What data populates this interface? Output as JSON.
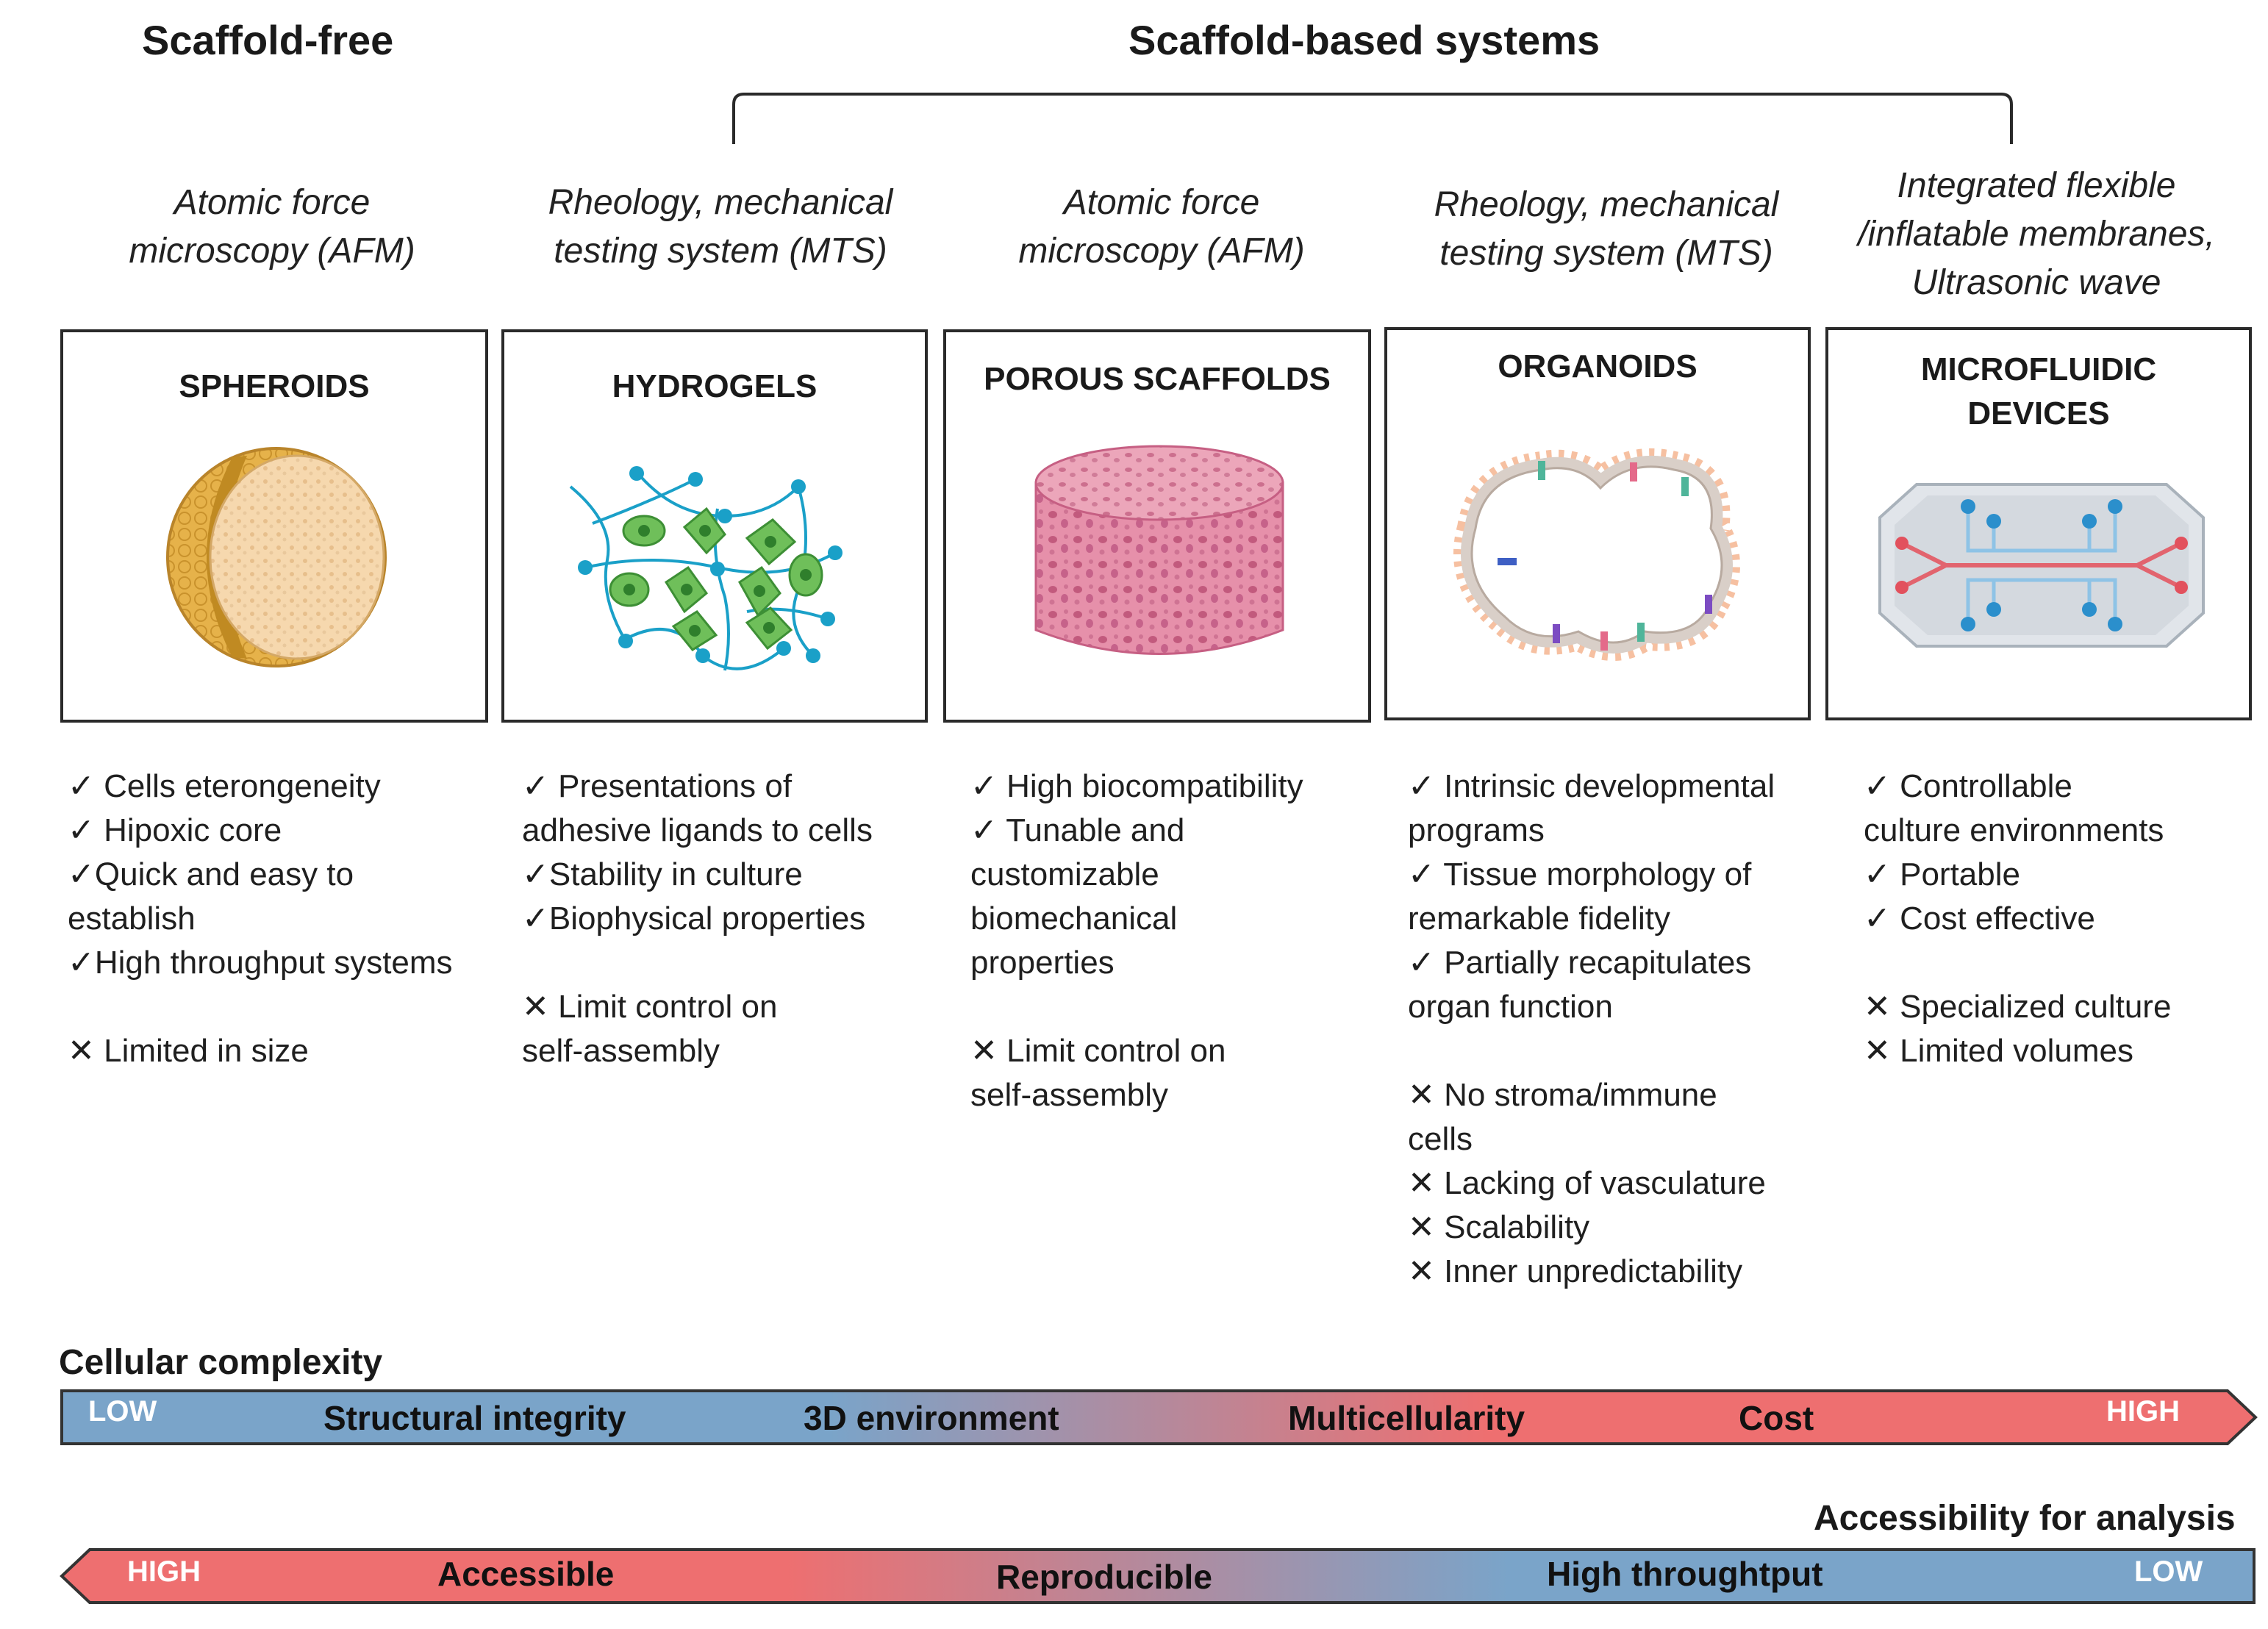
{
  "headers": {
    "scaffold_free": "Scaffold-free",
    "scaffold_based": "Scaffold-based systems"
  },
  "columns": [
    {
      "method_lines": [
        "Atomic force",
        "microscopy (AFM)"
      ],
      "title_lines": [
        "SPHEROIDS"
      ],
      "icon": "spheroid-illustration",
      "points": [
        "✓ Cells eterongeneity",
        "✓ Hipoxic core",
        "✓Quick and easy to",
        "establish",
        "✓High throughput systems",
        "",
        "✕ Limited in size"
      ]
    },
    {
      "method_lines": [
        "Rheology, mechanical",
        "testing system (MTS)"
      ],
      "title_lines": [
        "HYDROGELS"
      ],
      "icon": "hydrogel-network-illustration",
      "points": [
        "✓ Presentations of",
        "adhesive ligands to cells",
        "✓Stability in culture",
        "✓Biophysical properties",
        "",
        "✕ Limit control on",
        "self-assembly"
      ]
    },
    {
      "method_lines": [
        "Atomic force",
        "microscopy (AFM)"
      ],
      "title_lines": [
        "POROUS SCAFFOLDS"
      ],
      "icon": "porous-scaffold-illustration",
      "points": [
        "✓ High biocompatibility",
        "✓ Tunable and",
        "customizable",
        "biomechanical",
        "properties",
        "",
        "✕ Limit control on",
        "self-assembly"
      ]
    },
    {
      "method_lines": [
        "Rheology, mechanical",
        "testing system (MTS)"
      ],
      "title_lines": [
        "ORGANOIDS"
      ],
      "icon": "organoid-illustration",
      "points": [
        "✓ Intrinsic developmental",
        "programs",
        "✓ Tissue morphology of",
        "remarkable fidelity",
        "✓ Partially recapitulates",
        "organ function",
        "",
        "✕  No stroma/immune",
        "cells",
        "✕ Lacking of vasculature",
        "✕ Scalability",
        "✕  Inner unpredictability"
      ]
    },
    {
      "method_lines": [
        "Integrated flexible",
        "/inflatable membranes,",
        "Ultrasonic wave"
      ],
      "title_lines": [
        "MICROFLUIDIC",
        "DEVICES"
      ],
      "icon": "microfluidic-chip-illustration",
      "points": [
        "✓ Controllable",
        "culture environments",
        "✓ Portable",
        "✓ Cost effective",
        "",
        "✕ Specialized culture",
        "✕ Limited volumes"
      ]
    }
  ],
  "bar1": {
    "caption": "Cellular complexity",
    "left_end": "LOW",
    "right_end": "HIGH",
    "labels": [
      "Structural integrity",
      "3D environment",
      "Multicellularity",
      "Cost"
    ],
    "colors": {
      "low": "#7aa4c9",
      "high": "#ee6f70"
    }
  },
  "bar2": {
    "caption": "Accessibility for analysis",
    "left_end": "HIGH",
    "right_end": "LOW",
    "labels": [
      "Accessible",
      "Reproducible",
      "High throughtput"
    ],
    "colors": {
      "low": "#7aa4c9",
      "high": "#ee6f70"
    }
  }
}
